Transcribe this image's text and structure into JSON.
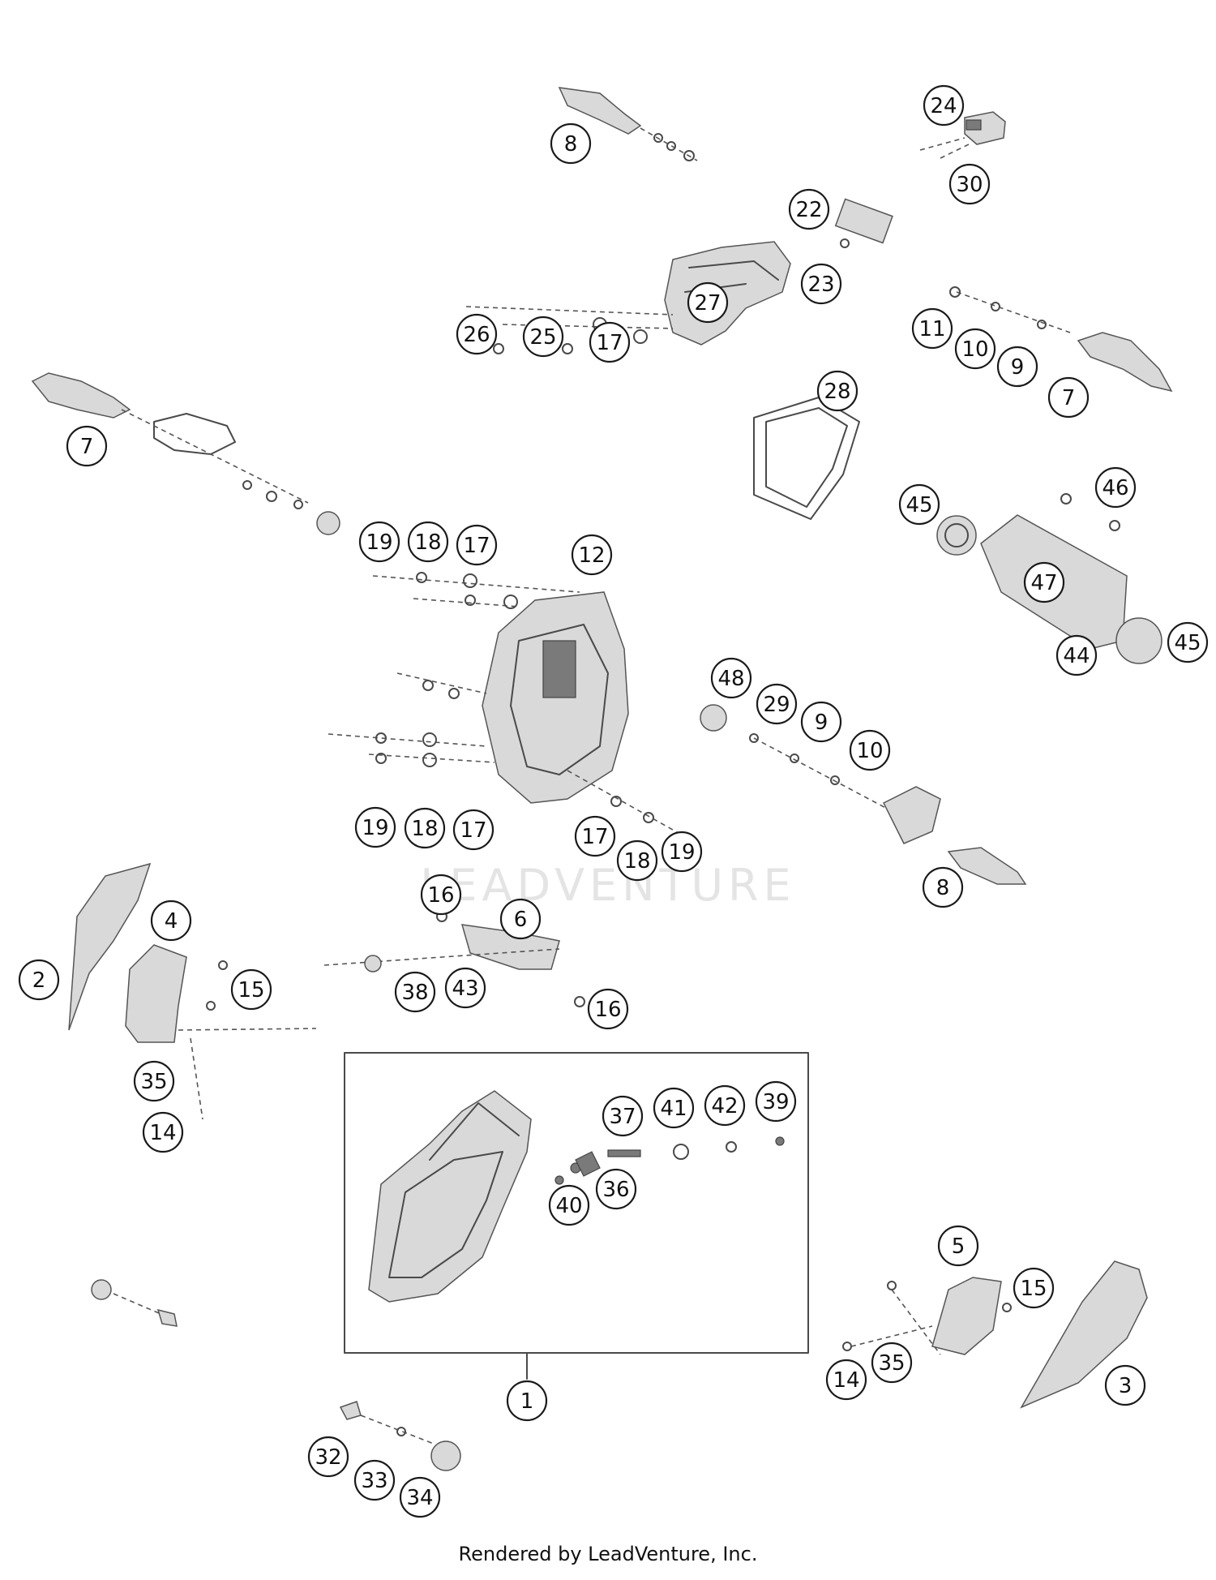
{
  "watermark": "LEADVENTURE",
  "footer": "Rendered by LeadVenture, Inc.",
  "callout_labels": [
    "1",
    "2",
    "3",
    "4",
    "5",
    "6",
    "7",
    "8",
    "9",
    "10",
    "11",
    "12",
    "14",
    "15",
    "16",
    "17",
    "18",
    "19",
    "22",
    "23",
    "24",
    "25",
    "26",
    "27",
    "28",
    "29",
    "30",
    "32",
    "33",
    "34",
    "35",
    "36",
    "37",
    "38",
    "39",
    "40",
    "41",
    "42",
    "43",
    "44",
    "45",
    "46",
    "47",
    "48"
  ]
}
